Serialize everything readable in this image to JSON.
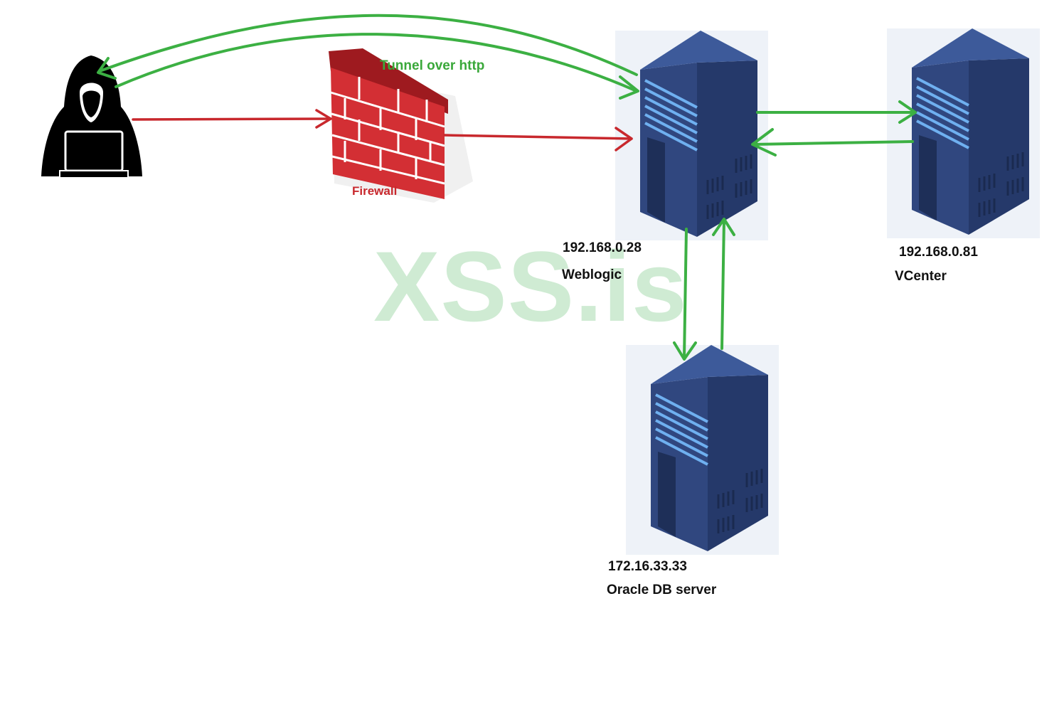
{
  "colors": {
    "arrow_green": "#3cb043",
    "arrow_red": "#c8282d",
    "server_body": "#2e4479",
    "server_top": "#3d5a9a",
    "server_side": "#25396a",
    "server_stripe": "#6fb0f0",
    "firewall_red": "#c8282d",
    "watermark": "#bfe5c5"
  },
  "icons": {
    "attacker": "hooded-hacker-with-laptop-icon",
    "firewall": "brick-wall-firewall-icon",
    "server": "rack-server-icon"
  },
  "labels": {
    "tunnel": "Tunnel over http",
    "firewall": "Firewall",
    "weblogic_ip": "192.168.0.28",
    "weblogic_name": "Weblogic",
    "vcenter_ip": "192.168.0.81",
    "vcenter_name": "VCenter",
    "oracle_ip": "172.16.33.33",
    "oracle_name": "Oracle DB server",
    "watermark": "XSS.is"
  }
}
